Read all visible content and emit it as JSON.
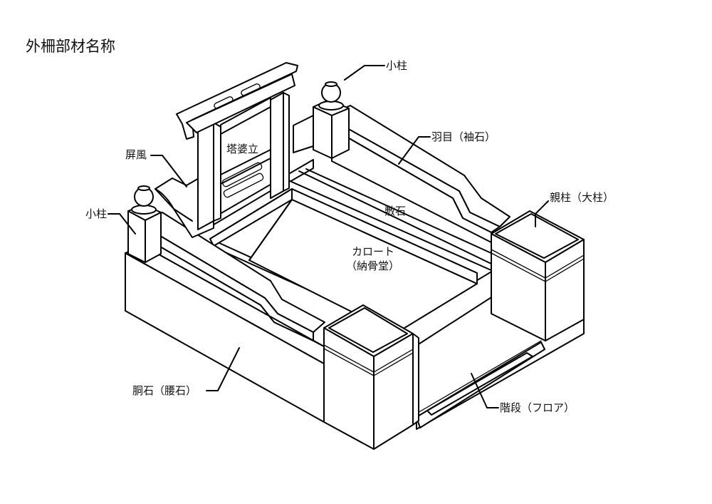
{
  "title": "外柵部材名称",
  "labels": {
    "kobashira_top": "小柱",
    "hame": "羽目（袖石）",
    "byobu": "屏風",
    "tobadate": "塔婆立",
    "oyabashira": "親柱（大柱）",
    "kobashira_left": "小柱",
    "shikiishi": "敷石",
    "karoto_1": "カロート",
    "karoto_2": "（納骨堂）",
    "doseki": "胴石（腰石）",
    "kaidan": "階段（フロア）"
  }
}
